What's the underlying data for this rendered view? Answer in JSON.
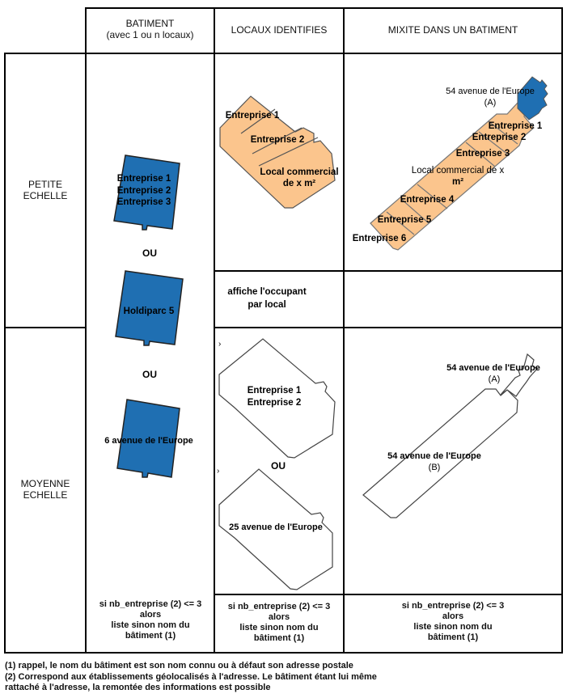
{
  "headers": {
    "batiment_title": "BATIMENT",
    "batiment_sub": "(avec 1 ou n locaux)",
    "locaux": "LOCAUX IDENTIFIES",
    "mixite": "MIXITE DANS UN BATIMENT"
  },
  "rows": {
    "petite_line1": "PETITE",
    "petite_line2": "ECHELLE",
    "moyenne_line1": "MOYENNE",
    "moyenne_line2": "ECHELLE"
  },
  "batiment": {
    "ent1": "Entreprise 1",
    "ent2": "Entreprise 2",
    "ent3": "Entreprise 3",
    "ou1": "OU",
    "holdiparc": "Holdiparc 5",
    "ou2": "OU",
    "address": "6 avenue de l'Europe"
  },
  "locaux_small": {
    "ent1": "Entreprise 1",
    "ent2": "Entreprise 2",
    "local_line1": "Local commercial",
    "local_line2": "de x m²"
  },
  "mixite_small": {
    "addr_line1": "54 avenue de l'Europe",
    "addr_line2": "(A)",
    "ent1": "Entreprise 1",
    "ent2": "Entreprise 2",
    "ent3": "Entreprise 3",
    "local_line1": "Local commercial de x",
    "local_line2": "m²",
    "ent4": "Entreprise 4",
    "ent5": "Entreprise 5",
    "ent6": "Entreprise 6"
  },
  "middle": {
    "line1": "affiche l'occupant",
    "line2": "par local"
  },
  "locaux_medium": {
    "ent1": "Entreprise 1",
    "ent2": "Entreprise 2",
    "ou": "OU",
    "address": "25 avenue de l'Europe"
  },
  "mixite_medium": {
    "a_line1": "54 avenue de l'Europe",
    "a_line2": "(A)",
    "b_line1": "54 avenue de l'Europe",
    "b_line2": "(B)"
  },
  "notes": {
    "line1": "si nb_entreprise (2) <= 3",
    "line2": "alors",
    "line3": "liste sinon nom du",
    "line4": "bâtiment (1)"
  },
  "footnotes": {
    "f1": "(1) rappel, le nom du bâtiment est son nom connu ou à défaut son adresse postale",
    "f2a": "(2) Correspond aux établissements géolocalisés à l'adresse. Le bâtiment étant lui même",
    "f2b": "rattaché à l'adresse, la remontée des informations est possible"
  },
  "colors": {
    "blue": "#1f6fb2",
    "orange": "#fbc58d",
    "outline": "#444444"
  }
}
